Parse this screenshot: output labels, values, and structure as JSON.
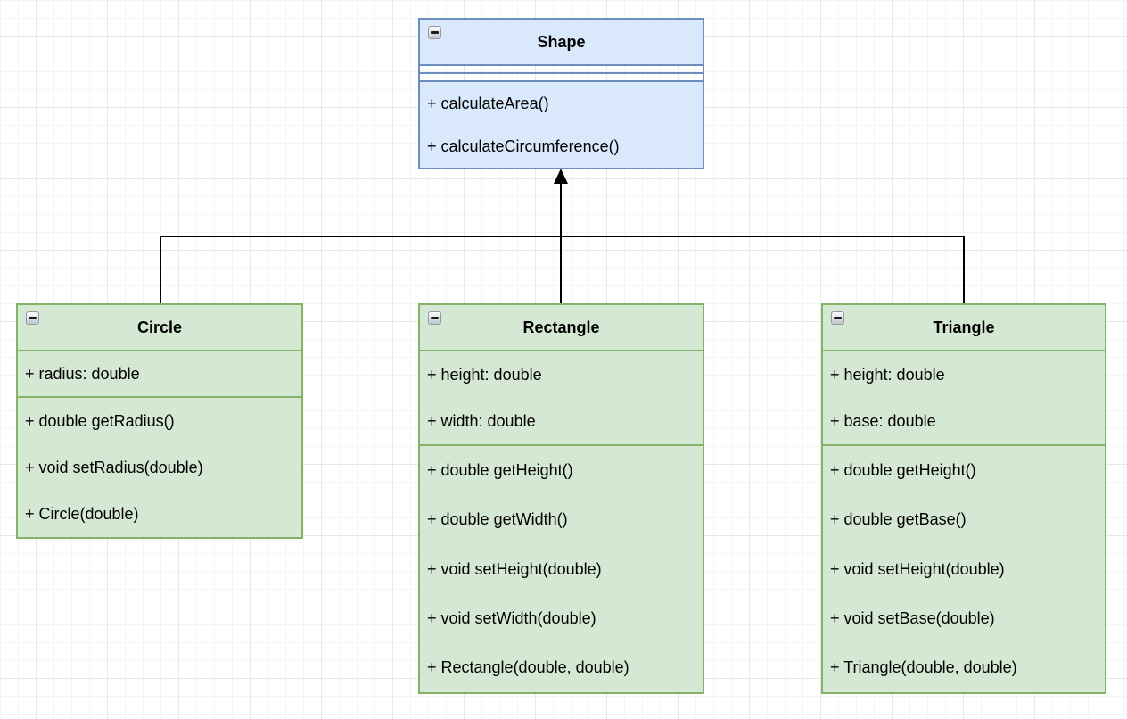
{
  "canvas": {
    "background": "#ffffff",
    "grid_minor_color": "#f5f5f5",
    "grid_major_color": "#e7e7e7"
  },
  "classes": {
    "shape": {
      "title": "Shape",
      "attributes": [],
      "methods": [
        "+ calculateArea()",
        "+ calculateCircumference()"
      ],
      "fill": "#dae8fc",
      "border": "#6c8ebf"
    },
    "circle": {
      "title": "Circle",
      "attributes": [
        "+ radius: double"
      ],
      "methods": [
        "+ double getRadius()",
        "+ void setRadius(double)",
        "+ Circle(double)"
      ],
      "fill": "#d5e8d4",
      "border": "#82b366"
    },
    "rectangle": {
      "title": "Rectangle",
      "attributes": [
        "+ height: double",
        "+ width: double"
      ],
      "methods": [
        "+ double getHeight()",
        "+ double getWidth()",
        "+ void setHeight(double)",
        "+ void setWidth(double)",
        "+ Rectangle(double, double)"
      ],
      "fill": "#d5e8d4",
      "border": "#82b366"
    },
    "triangle": {
      "title": "Triangle",
      "attributes": [
        "+ height: double",
        "+ base: double"
      ],
      "methods": [
        "+ double getHeight()",
        "+ double getBase()",
        "+ void setHeight(double)",
        "+ void setBase(double)",
        "+ Triangle(double, double)"
      ],
      "fill": "#d5e8d4",
      "border": "#82b366"
    }
  },
  "relation": {
    "type": "inheritance",
    "color": "#000000",
    "description": "Circle, Rectangle and Triangle point to Shape"
  }
}
